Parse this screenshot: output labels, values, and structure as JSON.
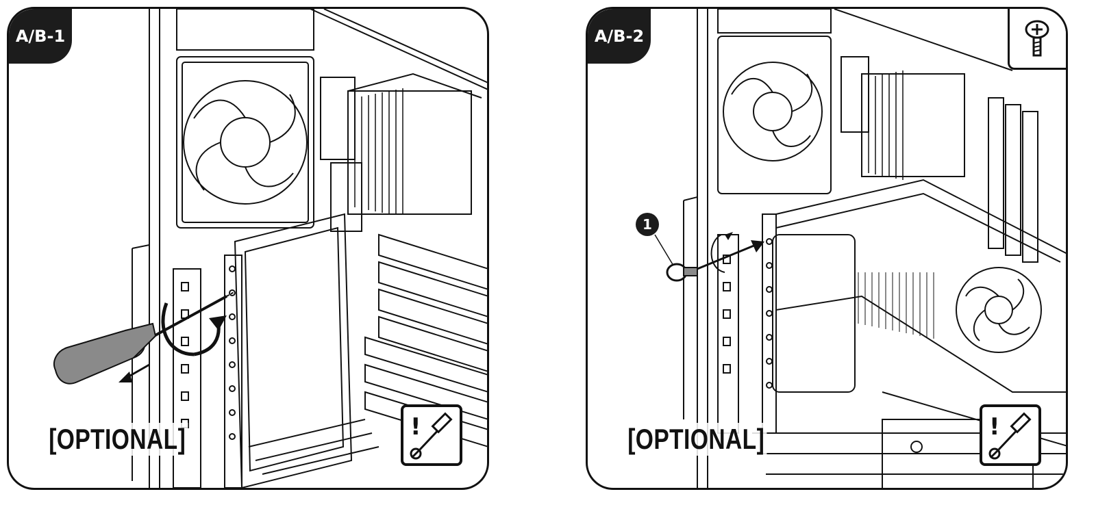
{
  "panels": [
    {
      "step": "A/B-1",
      "tag": "[OPTIONAL]",
      "tool_icon": "screwdriver-caution-icon"
    },
    {
      "step": "A/B-2",
      "tag": "[OPTIONAL]",
      "tool_icon": "screwdriver-caution-icon",
      "callout": "1",
      "part_icon": "screw-icon"
    }
  ],
  "colors": {
    "line": "#111111",
    "background": "#ffffff",
    "label_bg": "#1c1c1c",
    "fill_gray": "#8a8a8a"
  }
}
